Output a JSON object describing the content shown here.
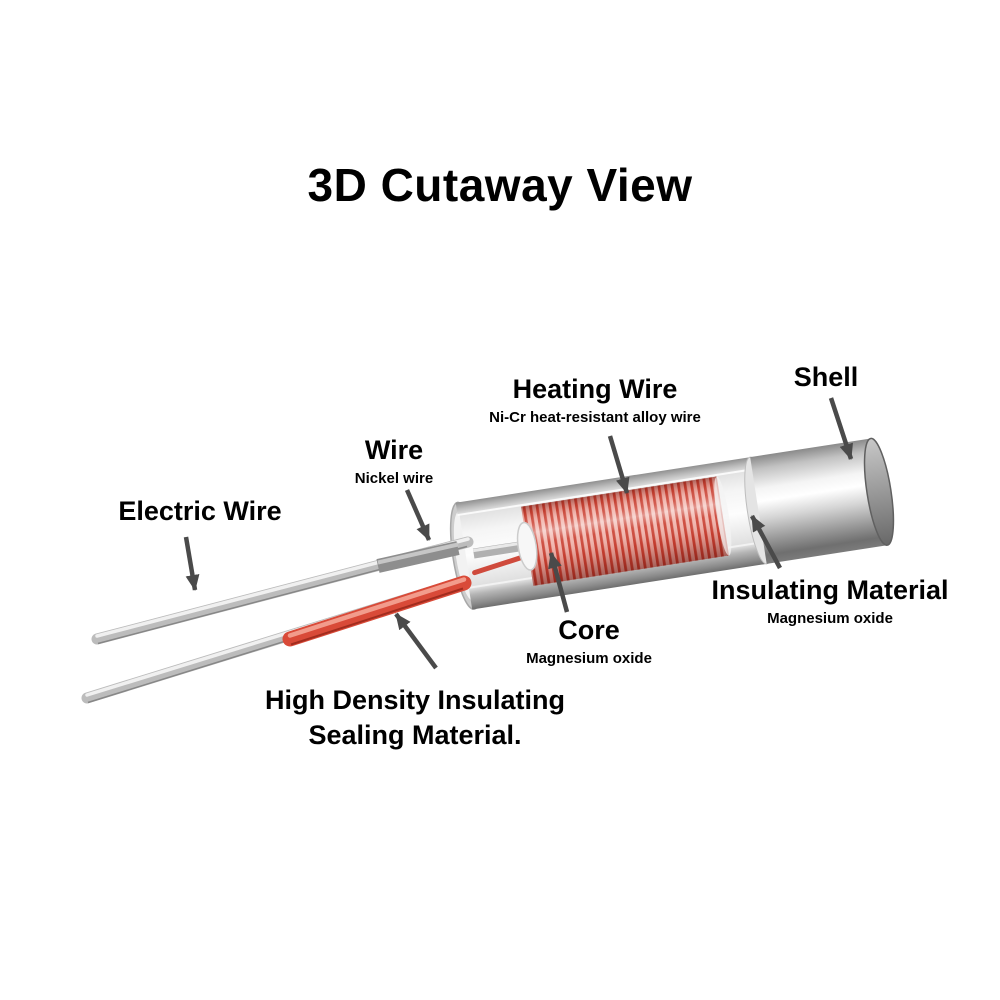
{
  "title": "3D Cutaway View",
  "labels": {
    "heating_wire": {
      "name": "Heating Wire",
      "sub": "Ni-Cr heat-resistant alloy wire"
    },
    "shell": {
      "name": "Shell"
    },
    "wire": {
      "name": "Wire",
      "sub": "Nickel wire"
    },
    "electric_wire": {
      "name": "Electric Wire"
    },
    "insulating_material": {
      "name": "Insulating Material",
      "sub": "Magnesium oxide"
    },
    "core": {
      "name": "Core",
      "sub": "Magnesium oxide"
    },
    "sealing_material": {
      "line1": "High Density Insulating",
      "line2": "Sealing Material."
    }
  },
  "colors": {
    "background": "#ffffff",
    "text": "#000000",
    "arrow": "#4a4a4a",
    "coil_red": "#cb4335",
    "wire_sleeve_red": "#d94a38",
    "shell_gray": "#9a9a9a",
    "wire_silver": "#bcbcbc",
    "insulation_white": "#f5f5f5"
  }
}
